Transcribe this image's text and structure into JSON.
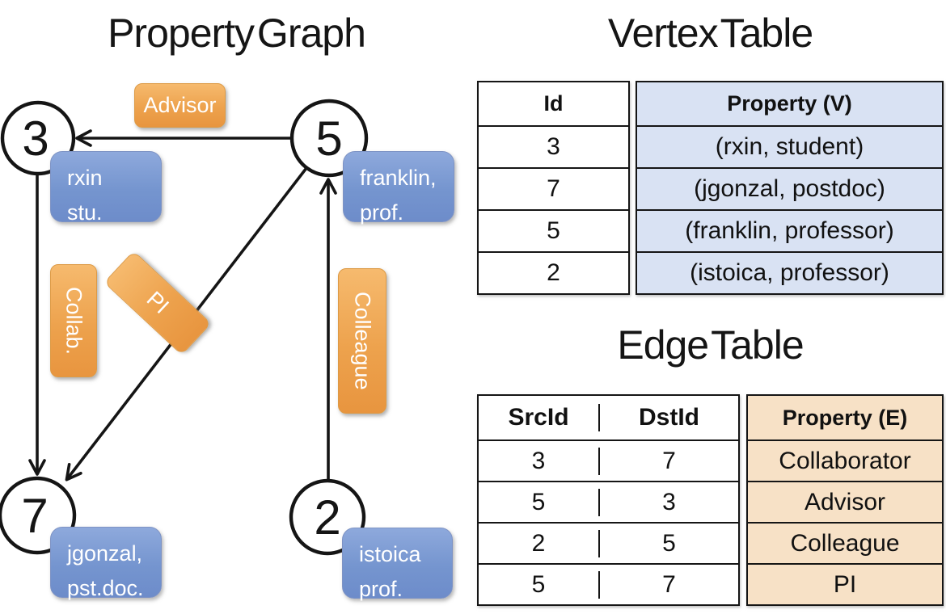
{
  "graph": {
    "title": "Property Graph",
    "vertices": [
      {
        "id": "3",
        "label_line1": "rxin",
        "label_line2": "stu."
      },
      {
        "id": "5",
        "label_line1": "franklin,",
        "label_line2": "prof."
      },
      {
        "id": "7",
        "label_line1": "jgonzal,",
        "label_line2": "pst.doc."
      },
      {
        "id": "2",
        "label_line1": "istoica",
        "label_line2": "prof."
      }
    ],
    "edges": [
      {
        "label": "Advisor",
        "src": "5",
        "dst": "3"
      },
      {
        "label": "Collab.",
        "src": "3",
        "dst": "7"
      },
      {
        "label": "PI",
        "src": "5",
        "dst": "7"
      },
      {
        "label": "Colleague",
        "src": "2",
        "dst": "5"
      }
    ]
  },
  "vertex_table": {
    "title": "Vertex Table",
    "columns": [
      "Id",
      "Property (V)"
    ],
    "rows": [
      [
        "3",
        "(rxin, student)"
      ],
      [
        "7",
        "(jgonzal, postdoc)"
      ],
      [
        "5",
        "(franklin, professor)"
      ],
      [
        "2",
        "(istoica, professor)"
      ]
    ]
  },
  "edge_table": {
    "title": "Edge Table",
    "columns": [
      "SrcId",
      "DstId",
      "Property (E)"
    ],
    "rows": [
      [
        "3",
        "7",
        "Collaborator"
      ],
      [
        "5",
        "3",
        "Advisor"
      ],
      [
        "2",
        "5",
        "Colleague"
      ],
      [
        "5",
        "7",
        "PI"
      ]
    ]
  },
  "colors": {
    "edge_label_orange": "#EDA24D",
    "vertex_label_blue": "#7595CF",
    "vertex_table_fill": "#D9E2F3",
    "edge_table_fill": "#F7E1C6",
    "line_black": "#151515"
  }
}
